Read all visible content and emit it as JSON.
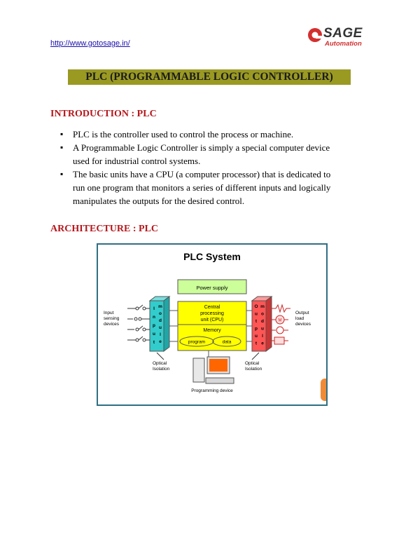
{
  "header": {
    "url": "http://www.gotosage.in/",
    "logo_name": "SAGE",
    "logo_sub": "Automation"
  },
  "title": "PLC (PROGRAMMABLE LOGIC CONTROLLER)",
  "intro": {
    "heading": "INTRODUCTION : PLC",
    "bullets": [
      "PLC is the controller used to control the process or machine.",
      "A Programmable Logic Controller is simply a special computer device used for industrial control systems.",
      "The basic units have a CPU (a computer processor) that is dedicated to run one program that monitors a series of different inputs and logically manipulates the outputs for the desired control."
    ]
  },
  "architecture": {
    "heading": "ARCHITECTURE : PLC",
    "diagram": {
      "title": "PLC System",
      "power_supply": "Power supply",
      "cpu_lines": [
        "Central",
        "processing",
        "unit (CPU)"
      ],
      "memory": "Memory",
      "program": "program",
      "data": "data",
      "input_module_letters": [
        "I",
        "n",
        "p",
        "u",
        "t",
        "m",
        "o",
        "d",
        "u",
        "l",
        "e"
      ],
      "output_module_letters": [
        "O",
        "u",
        "t",
        "p",
        "u",
        "t",
        "m",
        "o",
        "d",
        "u",
        "l",
        "e"
      ],
      "input_devices": [
        "Input",
        "sensing",
        "devices"
      ],
      "output_devices": [
        "Output",
        "load",
        "devices"
      ],
      "optical_left": [
        "Optical",
        "Isolation"
      ],
      "optical_right": [
        "Optical",
        "Isolation"
      ],
      "motor_label": "M",
      "programming_device": "Programming device"
    }
  },
  "colors": {
    "title_bg": "#9a9a23",
    "heading": "#b5161b",
    "power": "#ccff99",
    "cpu": "#ffff00",
    "input_module": "#33cccc",
    "output_module": "#ff5555",
    "diagram_frame": "#2f6f84"
  }
}
